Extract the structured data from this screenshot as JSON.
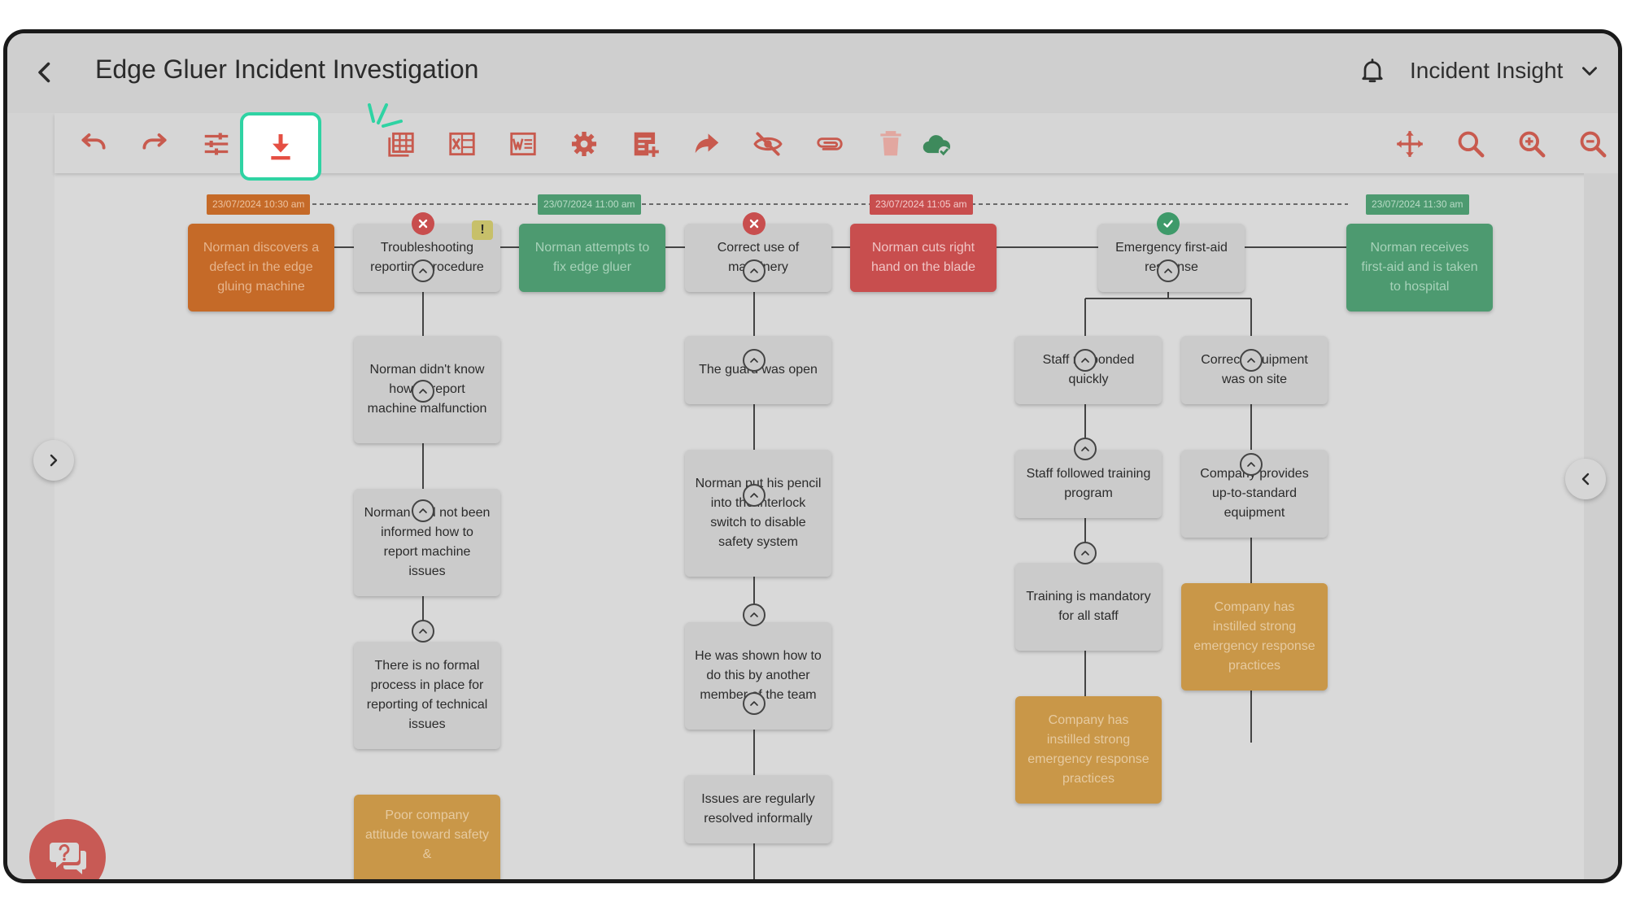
{
  "header": {
    "title": "Edge Gluer Incident Investigation",
    "workspace": "Incident Insight"
  },
  "toolbar": {
    "left_icons": [
      "undo-icon",
      "redo-icon",
      "sliders-icon",
      "clipboard-pulse-icon",
      "download-icon",
      "table-icon",
      "excel-icon",
      "word-icon",
      "gear-icon",
      "add-note-icon",
      "share-icon",
      "eye-off-icon",
      "paperclip-icon",
      "trash-icon",
      "cloud-check-icon"
    ],
    "right_icons": [
      "move-icon",
      "search-icon",
      "zoom-in-icon",
      "zoom-out-icon"
    ],
    "highlighted": "download-icon",
    "colors": {
      "icon": "#c85a4e",
      "disabled": "#e2a7a0",
      "cloud": "#3e8a5c",
      "highlight_border": "#2fd3a3"
    }
  },
  "timeline": {
    "stamps": [
      {
        "text": "23/07/2024 10:30 am",
        "color": "orange"
      },
      {
        "text": "23/07/2024 11:00 am",
        "color": "green"
      },
      {
        "text": "23/07/2024 11:05 am",
        "color": "red"
      },
      {
        "text": "23/07/2024 11:30 am",
        "color": "green"
      }
    ],
    "events": [
      {
        "text": "Norman discovers a defect in the edge gluing machine",
        "color": "orange"
      },
      {
        "text": "Troubleshooting reporting procedure",
        "color": "grey",
        "badge": "x",
        "warning": "!"
      },
      {
        "text": "Norman attempts to fix edge gluer",
        "color": "green"
      },
      {
        "text": "Correct use of machinery",
        "color": "grey",
        "badge": "x"
      },
      {
        "text": "Norman cuts right hand on the blade",
        "color": "red"
      },
      {
        "text": "Emergency first-aid response",
        "color": "grey",
        "badge": "check"
      },
      {
        "text": "Norman receives first-aid and is taken to hospital",
        "color": "green"
      }
    ]
  },
  "branches": {
    "troubleshooting": [
      "Norman didn't know how to report machine malfunction",
      "Norman had not been informed how to report machine issues",
      "There is no formal process in place for reporting of technical issues",
      "Poor company attitude toward safety &"
    ],
    "machinery": [
      "The guard was open",
      "Norman put his pencil into the interlock switch to disable safety system",
      "He was shown how to do this by another member of the team",
      "Issues are regularly resolved informally"
    ],
    "emergency_left": [
      "Staff responded quickly",
      "Staff followed training program",
      "Training is mandatory for all staff",
      "Company has instilled strong emergency response practices"
    ],
    "emergency_right": [
      "Correct equipment was on site",
      "Company provides up-to-standard equipment",
      "Company has instilled strong emergency response practices"
    ]
  },
  "colors": {
    "orange": "#c56a28",
    "green": "#4d9a70",
    "red": "#c84e4e",
    "grey": "#cbcbcb",
    "gold": "#c99748",
    "help": "#c85a55"
  }
}
